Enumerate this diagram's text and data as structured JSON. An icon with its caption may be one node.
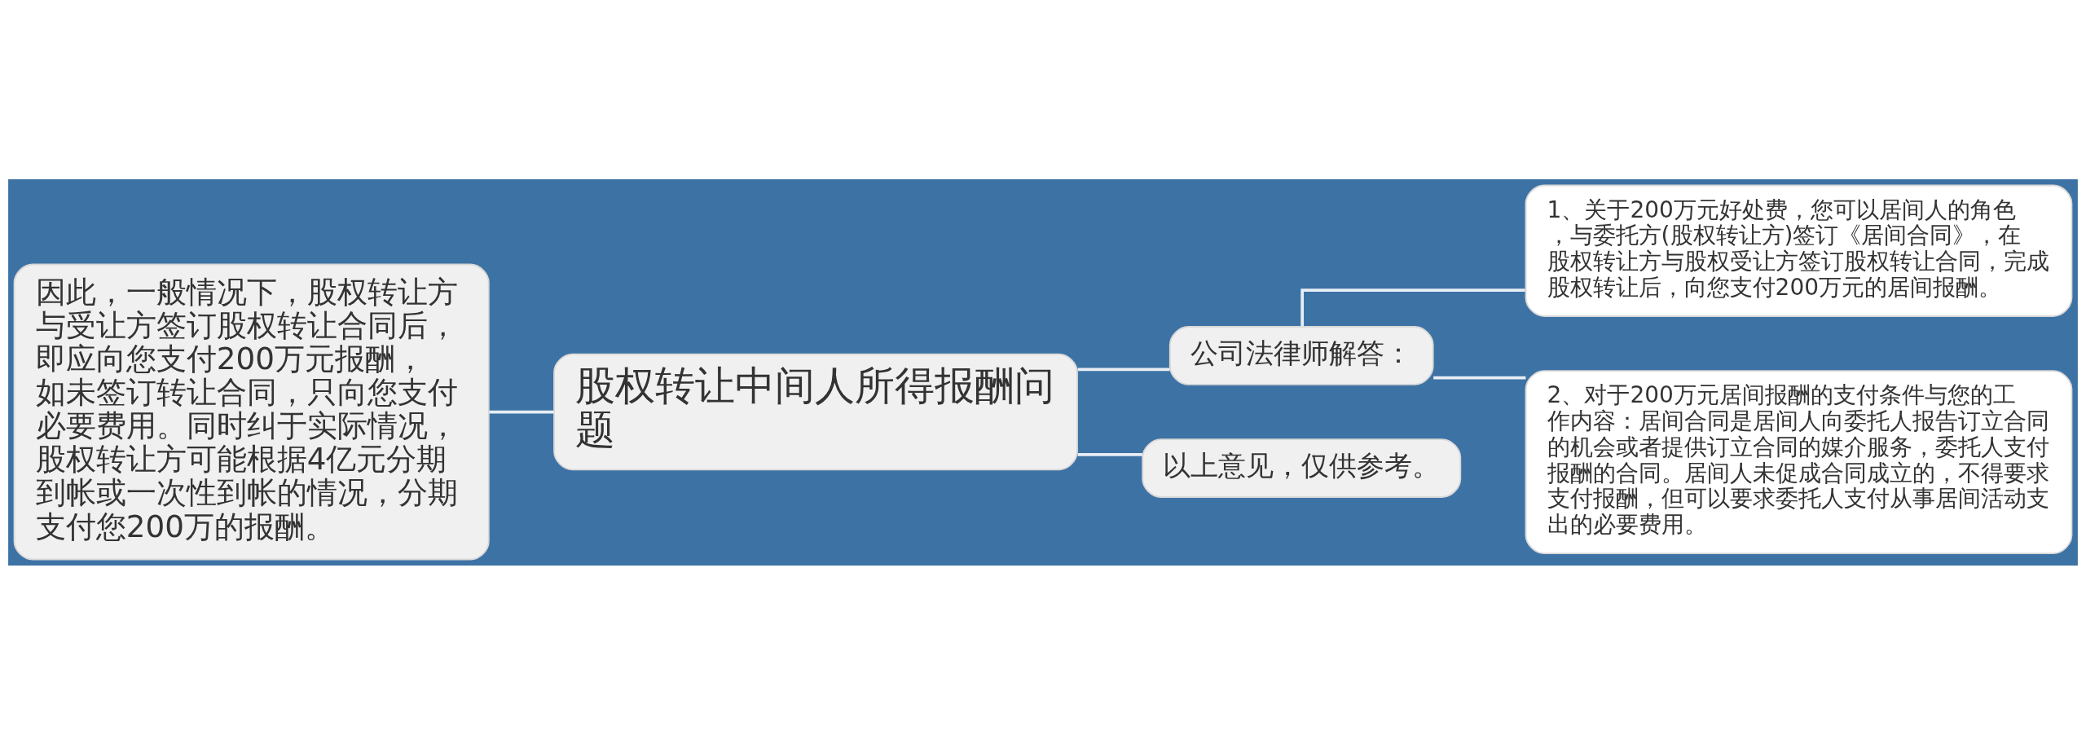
{
  "diagram": {
    "nodes": [
      {
        "text": [
          "股权转让中间人所得报酬问题"
        ]
      },
      {
        "text": [
          "因此，一般情况下，股权转让方与受让方签订股权转让合同后，即应向您支付200万元报酬，如未签订转让合同，只向您支付必要费用。同时纠于实际情况，股权转让方可能根据4亿元分期到帐或一次性到帐的情况，分期支付您200万的报酬。"
        ]
      },
      {
        "text": [
          "公司法律师解答："
        ]
      },
      {
        "text": [
          "1、关于200万元好处费，您可以居间人的角色，与委托方(股权转让方)签订《居间合同》，在股权转让方与股权受让方签订股权转让合同，完成股权转让后，向您支付200万元的居间报酬。"
        ]
      },
      {
        "text": [
          "2、对于200万元居间报酬的支付条件与您的工作内容：居间合同是居间人向委托人报告订立合同的机会或者提供订立合同的媒介服务，委托人支付报酬的合同。居间人未促成合同成立的，不得要求支付报酬，但可以要求委托人支付从事居间活动支出的必要费用。"
        ]
      },
      {
        "text": [
          "以上意见，仅供参考。"
        ]
      }
    ],
    "edges": [
      {
        "from": 0,
        "to": 1,
        "arrow": "none"
      },
      {
        "from": 0,
        "to": 2,
        "arrow": "none"
      },
      {
        "from": 2,
        "to": 3,
        "arrow": "none"
      },
      {
        "from": 2,
        "to": 4,
        "arrow": "none"
      },
      {
        "from": 0,
        "to": 5,
        "arrow": "none"
      }
    ]
  }
}
